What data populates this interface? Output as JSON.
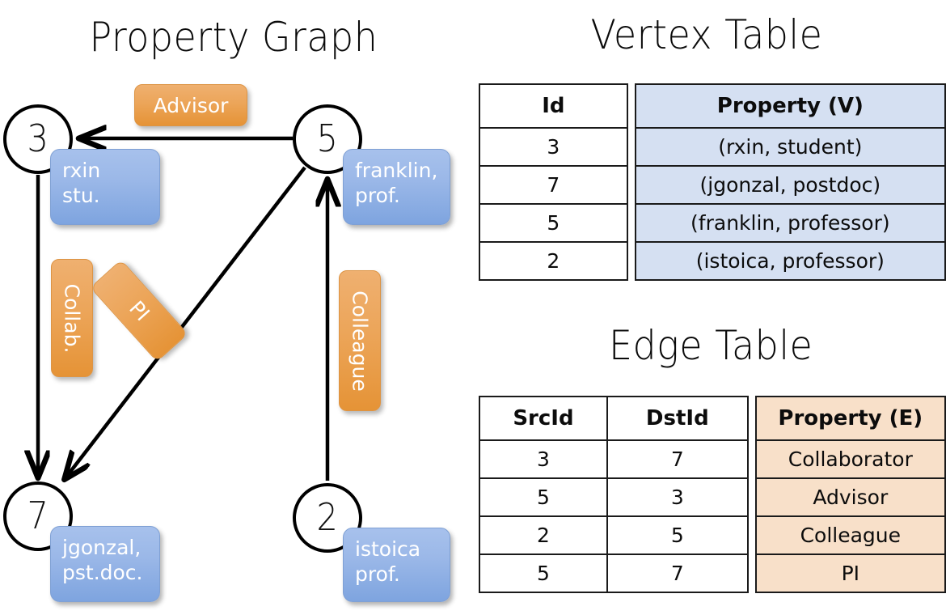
{
  "titles": {
    "property_graph": "Property Graph",
    "vertex_table": "Vertex Table",
    "edge_table": "Edge Table"
  },
  "graph": {
    "nodes": [
      {
        "id": "3",
        "label": "3",
        "property_text": "rxin\nstu."
      },
      {
        "id": "5",
        "label": "5",
        "property_text": "franklin,\nprof."
      },
      {
        "id": "7",
        "label": "7",
        "property_text": "jgonzal,\npst.doc."
      },
      {
        "id": "2",
        "label": "2",
        "property_text": "istoica\nprof."
      }
    ],
    "edge_labels": [
      {
        "key": "advisor",
        "text": "Advisor"
      },
      {
        "key": "collab",
        "text": "Collab."
      },
      {
        "key": "pi",
        "text": "PI"
      },
      {
        "key": "colleague",
        "text": "Colleague"
      }
    ],
    "edges": [
      {
        "src": "5",
        "dst": "3",
        "label": "Advisor"
      },
      {
        "src": "3",
        "dst": "7",
        "label": "Collab."
      },
      {
        "src": "5",
        "dst": "7",
        "label": "PI"
      },
      {
        "src": "2",
        "dst": "5",
        "label": "Colleague"
      }
    ]
  },
  "vertex_table": {
    "headers": [
      "Id",
      "Property (V)"
    ],
    "rows": [
      {
        "id": "3",
        "property": "(rxin, student)"
      },
      {
        "id": "7",
        "property": "(jgonzal, postdoc)"
      },
      {
        "id": "5",
        "property": "(franklin, professor)"
      },
      {
        "id": "2",
        "property": "(istoica, professor)"
      }
    ]
  },
  "edge_table": {
    "headers": [
      "SrcId",
      "DstId",
      "Property (E)"
    ],
    "rows": [
      {
        "src": "3",
        "dst": "7",
        "property": "Collaborator"
      },
      {
        "src": "5",
        "dst": "3",
        "property": "Advisor"
      },
      {
        "src": "2",
        "dst": "5",
        "property": "Colleague"
      },
      {
        "src": "5",
        "dst": "7",
        "property": "PI"
      }
    ]
  },
  "colors": {
    "node_blue_top": "#a7c1ec",
    "node_blue_bottom": "#7ea4df",
    "edge_orange_top": "#efb070",
    "edge_orange_bottom": "#e59336",
    "vertex_prop_cell": "#d5e0f2",
    "edge_prop_cell": "#f8e0c9",
    "stroke": "#000000",
    "background": "#ffffff"
  }
}
